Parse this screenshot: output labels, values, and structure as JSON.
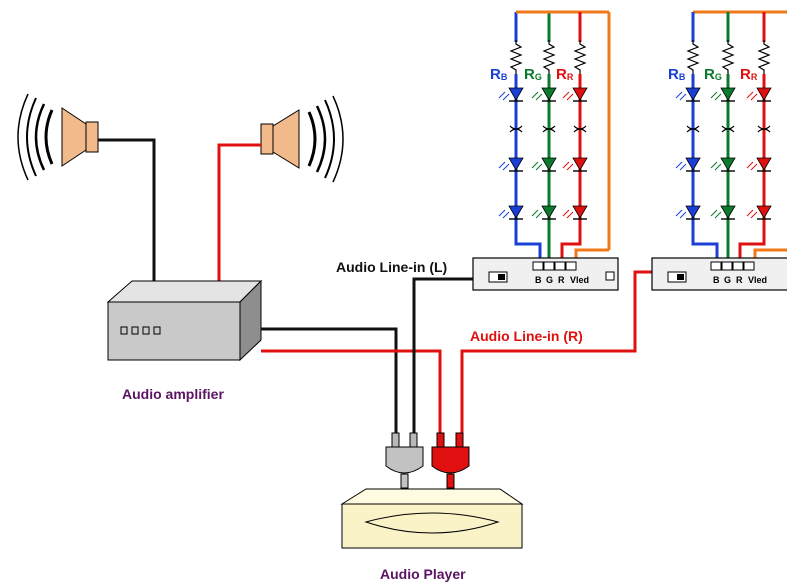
{
  "labels": {
    "line_in_left": "Audio Line-in (L)",
    "line_in_right": "Audio Line-in (R)",
    "amplifier": "Audio amplifier",
    "player": "Audio Player"
  },
  "terminals": [
    "B",
    "G",
    "R",
    "Vled"
  ],
  "resistors": [
    {
      "letter": "R",
      "sub": "B",
      "color": "#1a3fd6"
    },
    {
      "letter": "R",
      "sub": "G",
      "color": "#0c7a2c"
    },
    {
      "letter": "R",
      "sub": "R",
      "color": "#e01010"
    }
  ],
  "colors": {
    "blue": "#1a3fd6",
    "green": "#0c7a2c",
    "red": "#e01010",
    "orange": "#f07a1a",
    "black": "#111111",
    "label_purple": "#5a1463",
    "speaker": "#f2b98a",
    "amplifier_body": "#c9c9c9",
    "player_body": "#fbf3c8"
  },
  "icons": [
    "speaker-left-icon",
    "speaker-right-icon",
    "amplifier-icon",
    "audio-player-icon",
    "plug-gray-icon",
    "plug-red-icon"
  ]
}
